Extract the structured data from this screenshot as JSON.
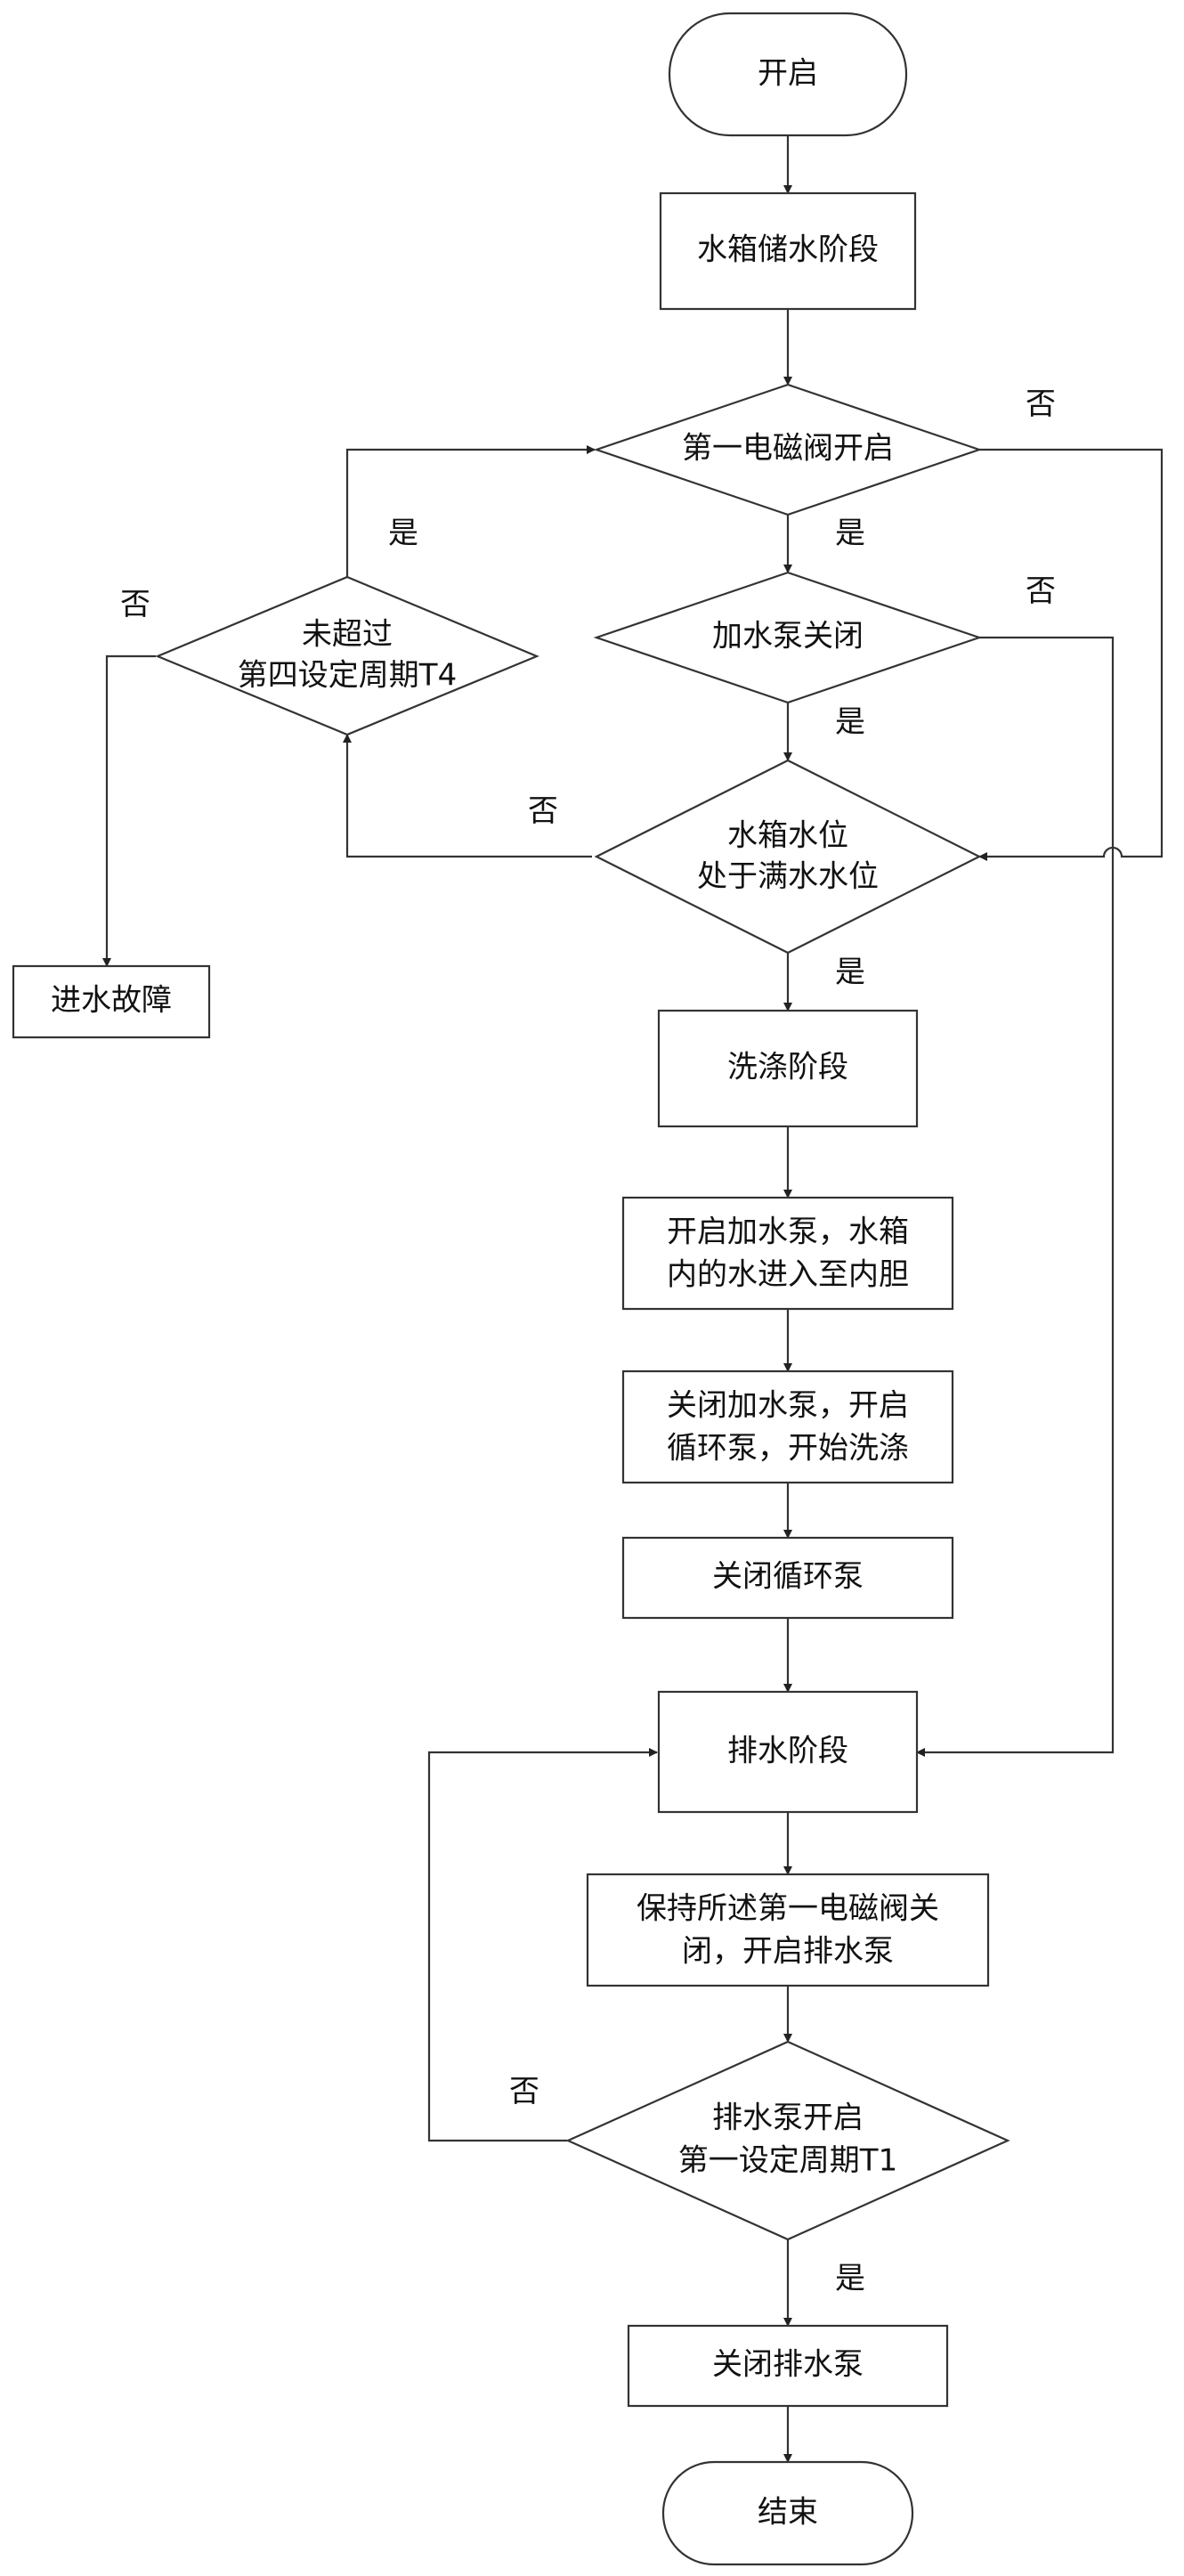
{
  "nodes": {
    "start": "开启",
    "tank_storage": "水箱储水阶段",
    "valve_open": "第一电磁阀开启",
    "fill_pump_off": "加水泵关闭",
    "level_line1": "水箱水位",
    "level_line2": "处于满水水位",
    "timeout_line1": "未超过",
    "timeout_line2": "第四设定周期T4",
    "fault": "进水故障",
    "wash_stage": "洗涤阶段",
    "open_fill_line1": "开启加水泵，水箱",
    "open_fill_line2": "内的水进入至内胆",
    "close_fill_line1": "关闭加水泵，开启",
    "close_fill_line2": "循环泵，开始洗涤",
    "close_circ": "关闭循环泵",
    "drain_stage": "排水阶段",
    "keep_valve_line1": "保持所述第一电磁阀关",
    "keep_valve_line2": "闭，开启排水泵",
    "drain_check_line1": "排水泵开启",
    "drain_check_line2": "第一设定周期T1",
    "close_drain": "关闭排水泵",
    "end": "结束"
  },
  "labels": {
    "yes": "是",
    "no": "否"
  }
}
